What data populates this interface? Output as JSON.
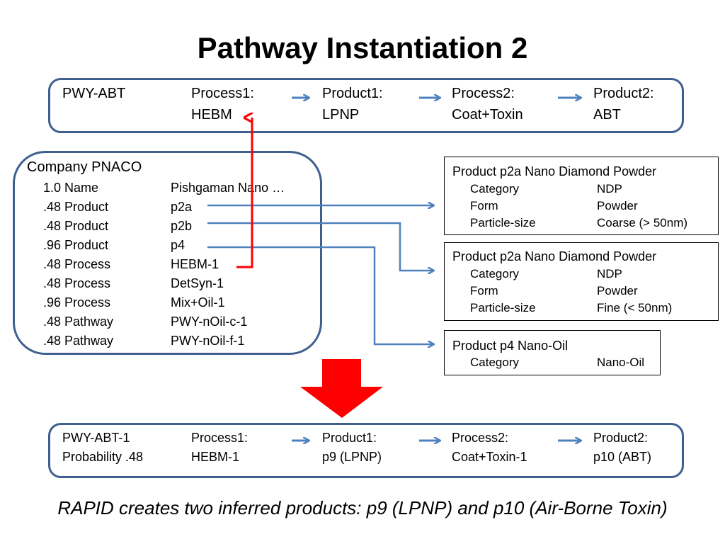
{
  "title": "Pathway Instantiation 2",
  "top_pathway": {
    "name": "PWY-ABT",
    "steps": [
      {
        "head": "Process1:",
        "value": "HEBM"
      },
      {
        "head": "Product1:",
        "value": "LPNP"
      },
      {
        "head": "Process2:",
        "value": "Coat+Toxin"
      },
      {
        "head": "Product2:",
        "value": "ABT"
      }
    ]
  },
  "company": {
    "title": "Company PNACO",
    "rows": [
      {
        "weight": "1.0 Name",
        "value": "Pishgaman Nano …"
      },
      {
        "weight": ".48 Product",
        "value": "p2a"
      },
      {
        "weight": ".48 Product",
        "value": "p2b"
      },
      {
        "weight": ".96 Product",
        "value": "p4"
      },
      {
        "weight": ".48 Process",
        "value": "HEBM-1"
      },
      {
        "weight": ".48 Process",
        "value": "DetSyn-1"
      },
      {
        "weight": ".96 Process",
        "value": "Mix+Oil-1"
      },
      {
        "weight": ".48 Pathway",
        "value": "PWY-nOil-c-1"
      },
      {
        "weight": ".48 Pathway",
        "value": "PWY-nOil-f-1"
      }
    ]
  },
  "products": [
    {
      "title": "Product p2a Nano Diamond Powder",
      "attrs": [
        {
          "key": "Category",
          "value": "NDP"
        },
        {
          "key": "Form",
          "value": "Powder"
        },
        {
          "key": "Particle-size",
          "value": "Coarse (> 50nm)"
        }
      ]
    },
    {
      "title": "Product p2a Nano Diamond Powder",
      "attrs": [
        {
          "key": "Category",
          "value": "NDP"
        },
        {
          "key": "Form",
          "value": "Powder"
        },
        {
          "key": "Particle-size",
          "value": "Fine (< 50nm)"
        }
      ]
    },
    {
      "title": "Product p4 Nano-Oil",
      "attrs": [
        {
          "key": "Category",
          "value": "Nano-Oil"
        }
      ]
    }
  ],
  "bottom_pathway": {
    "name": "PWY-ABT-1",
    "probability": "Probability .48",
    "steps": [
      {
        "head": "Process1:",
        "value": "HEBM-1"
      },
      {
        "head": "Product1:",
        "value": "p9 (LPNP)"
      },
      {
        "head": "Process2:",
        "value": "Coat+Toxin-1"
      },
      {
        "head": "Product2:",
        "value": "p10 (ABT)"
      }
    ]
  },
  "caption": "RAPID creates two inferred products: p9 (LPNP) and p10 (Air-Borne Toxin)",
  "colors": {
    "box_border": "#3f5f8f",
    "connector": "#4f81bd",
    "highlight": "#ff0000"
  }
}
